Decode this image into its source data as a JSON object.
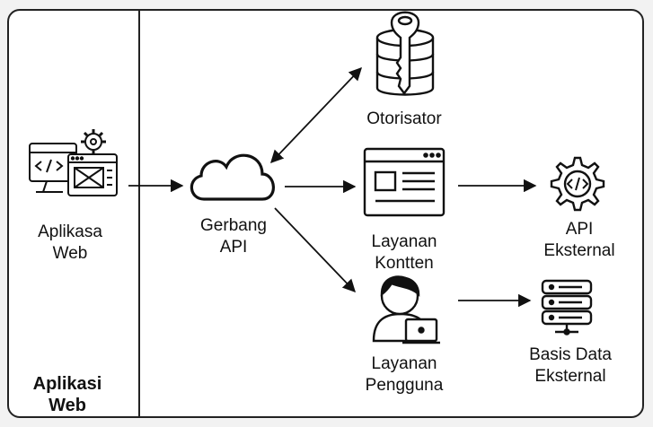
{
  "panel_title": "Aplikasi\nWeb",
  "nodes": {
    "web_app": {
      "label": "Aplikasa\nWeb",
      "icon": "web-app-icon"
    },
    "gateway": {
      "label": "Gerbang\nAPI",
      "icon": "cloud-icon"
    },
    "authorizer": {
      "label": "Otorisator",
      "icon": "database-key-icon"
    },
    "content_service": {
      "label": "Layanan\nKontten",
      "icon": "web-page-icon"
    },
    "user_service": {
      "label": "Layanan\nPengguna",
      "icon": "user-laptop-icon"
    },
    "external_api": {
      "label": "API\nEksternal",
      "icon": "gear-code-icon"
    },
    "external_db": {
      "label": "Basis Data\nEksternal",
      "icon": "server-icon"
    }
  },
  "edges": [
    {
      "from": "web_app",
      "to": "gateway",
      "direction": "one-way"
    },
    {
      "from": "gateway",
      "to": "authorizer",
      "direction": "two-way"
    },
    {
      "from": "gateway",
      "to": "content_service",
      "direction": "one-way"
    },
    {
      "from": "gateway",
      "to": "user_service",
      "direction": "one-way"
    },
    {
      "from": "content_service",
      "to": "external_api",
      "direction": "one-way"
    },
    {
      "from": "user_service",
      "to": "external_db",
      "direction": "one-way"
    }
  ],
  "colors": {
    "stroke": "#111111",
    "background": "#ffffff",
    "page": "#f2f2f2"
  }
}
